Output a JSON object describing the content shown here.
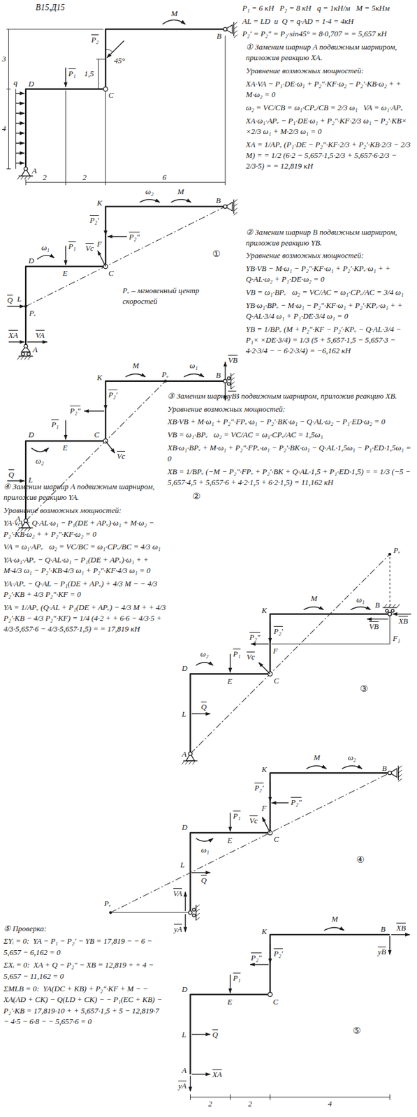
{
  "diagram": {
    "title": "В15,Д15",
    "labels": [
      "P₁ = 6 кН   P₂ = 8 кН   q = 1кН/м   M = 5кНм",
      "AL = LD  и  Q = q·AD = 1·4 = 4кН",
      "P₂′ = P₂″ = P₂·sin45° = 8·0,707 = = 5,657 кН",
      "① Заменим шарнир A подвижным шарниром, приложив реакцию XA.",
      "Уравнение возможных мощностей:",
      "XA·VA − P₁·DE·ω₁ + P₂″·KF·ω₂ − P₂′·KB·ω₂ + + M·ω₂ = 0",
      "ω₂ = VC/CB = ω₁·CPᵥ/CB = 2/3 ω₁   VA = ω₁·APᵥ",
      "XA·ω₁·APᵥ − P₁·DE·ω₁ + P₂″·KF·2/3 ω₁ − P₂′·KB× ×2/3 ω₁ + M·2/3 ω₁ = 0",
      "XA = 1/APᵥ (P₁·DE − P₂″·KF·2/3 + P₂′·KB·2/3 − 2/3 M) = = 1/2 (6·2 − 5,657·1,5·2/3 + 5,657·6·2/3 − 2/3·5) = = 12,819 кН",
      "② Заменим шарнир B подвижным шарниром, приложив реакцию YB.",
      "Уравнение возможных мощностей:",
      "YB·VB − M·ω₁ − P₂″·KF·ω₁ + P₂′·KPᵥ·ω₁ + + Q·AL·ω₂ + P₁·DE·ω₂ = 0",
      "VB = ω₁·BPᵥ   ω₂ = VC/AC = ω₁·CPᵥ/AC = 3/4 ω₁",
      "YB·ω₁·BPᵥ − M·ω₁ − P₂″·KF·ω₁ + P₂′·KPᵥ·ω₁ + + Q·AL·3/4 ω₁ + P₁·DE·3/4 ω₁ = 0",
      "YB = 1/BPᵥ (M + P₂″·KF − P₂′·KPᵥ − Q·AL·3/4 − P₁× ×DE·3/4) = 1/3 (5 + 5,657·1,5 − 5,657·3 − 4·2·3/4 − − 6·2·3/4) = −6,162 кН",
      "③ Заменим шарнир B подвижным шарниром, приложив реакцию XB.",
      "Уравнение возможных мощностей:",
      "XB·VB + M·ω₁ + P₂″·FPᵥ·ω₁ − P₂′·BK·ω₁ − Q·AL·ω₂ − P₁·ED·ω₂ = 0",
      "VB = ω₁·BPᵥ   ω₂ = VC/AC = ω₁·CPᵥ/AC = 1,5ω₁",
      "XB·ω₁·BPᵥ + M·ω₁ + P₂″·FPᵥ·ω₁ − P₂′·BK·ω₁ − Q·AL·1,5ω₁ − P₁·ED·1,5ω₁ = 0",
      "XB = 1/BPᵥ (−M − P₂″·FPᵥ + P₂′·BK + Q·AL·1,5 + P₁·ED·1,5) = = 1/3 (−5 − 5,657·4,5 + 5,657·6 + 4·2·1,5 + 6·2·1,5) = 11,162 кН",
      "④ Заменим шарнир A подвижным шарниром, приложив реакцию YA.",
      "Уравнение возможных мощностей:",
      "YA·VA − Q·AL·ω₁ − P₁(DE + APᵥ)·ω₁ + M·ω₂ − P₂′·KB·ω₂ + + P₂″·KF·ω₂ = 0",
      "VA = ω₁·APᵥ   ω₂ = VC/BC = ω₁·CPᵥ/BC = 4/3 ω₁",
      "YA·ω₁·APᵥ − Q·AL·ω₁ − P₁(DE + APᵥ)·ω₁ + + M·4/3 ω₁ − P₂′·KB·4/3 ω₁ + P₂″·KF·4/3 ω₁ = 0",
      "YA·APᵥ − Q·AL − P₁(DE + APᵥ) + 4/3 M − − 4/3 P₂′·KB + 4/3 P₂″·KF = 0",
      "YA = 1/APᵥ (Q·AL + P₁(DE + APᵥ) − 4/3 M + + 4/3 P₂′·KB − 4/3 P₂″·KF) = 1/4 (4·2 + + 6·6 − 4/3·5 + 4/3·5,657·6 − 4/3·5,657·1,5) = = 17,819 кН",
      "⑤ Проверка:",
      "ΣYᵢ = 0:  YA − P₁ − P₂′ − YB = 17,819 − − 6 − 5,657 − 6,162 = 0",
      "ΣXᵢ = 0:  XA + Q − P₂″ − XB = 12,819 + + 4 − 5,657 − 11,162 = 0",
      "ΣMLB = 0:  YA(DC + KB) + P₂″·KF + M − − XA(AD + CK) − Q(LD + CK) − − P₁(EC + KB) − P₂′·KB = 17,819·10 + + 5,657·1,5 + 5 − 12,819·7 − 4·5 − 6·8 − − 5,657·6 = 0",
      "3",
      "4",
      "q",
      "D",
      "P₁",
      "C",
      "A",
      "1,5",
      "P₂",
      "45°",
      "M",
      "B",
      "2",
      "2",
      "6",
      "K",
      "ω₂",
      "M",
      "B",
      "P₂′",
      "F",
      "P₂″",
      "Vc",
      "D",
      "ω₁",
      "P₁",
      "E",
      "C",
      "①",
      "Pᵥ – мгновенный центр скоростей",
      "Q",
      "L",
      "Pᵥ",
      "XA",
      "A",
      "VA",
      "K",
      "M",
      "Pᵥ",
      "ω₁",
      "VB",
      "B",
      "yB",
      "P₂″",
      "P₂′",
      "P₁",
      "D",
      "C",
      "Vc",
      "ω₂",
      "E",
      "②",
      "Q",
      "L",
      "A",
      "Pᵥ",
      "K",
      "M",
      "ω₁",
      "B",
      "VB",
      "XB",
      "P₂″",
      "P₂′",
      "Vc",
      "F",
      "F₁",
      "C",
      "D",
      "ω₂",
      "P₁",
      "E",
      "③",
      "Q",
      "L",
      "A",
      "K",
      "M",
      "ω₂",
      "B",
      "P₂′",
      "F",
      "P₂″",
      "Vc",
      "C",
      "D",
      "P₁",
      "E",
      "ω₁",
      "④",
      "L",
      "Q",
      "Pᵥ",
      "VA",
      "yA",
      "K",
      "M",
      "B",
      "XB",
      "yB",
      "P₂″",
      "P₂′",
      "P₁",
      "D",
      "E",
      "C",
      "⑤",
      "L",
      "Q",
      "A",
      "XA",
      "yA",
      "2",
      "2",
      "4"
    ]
  }
}
